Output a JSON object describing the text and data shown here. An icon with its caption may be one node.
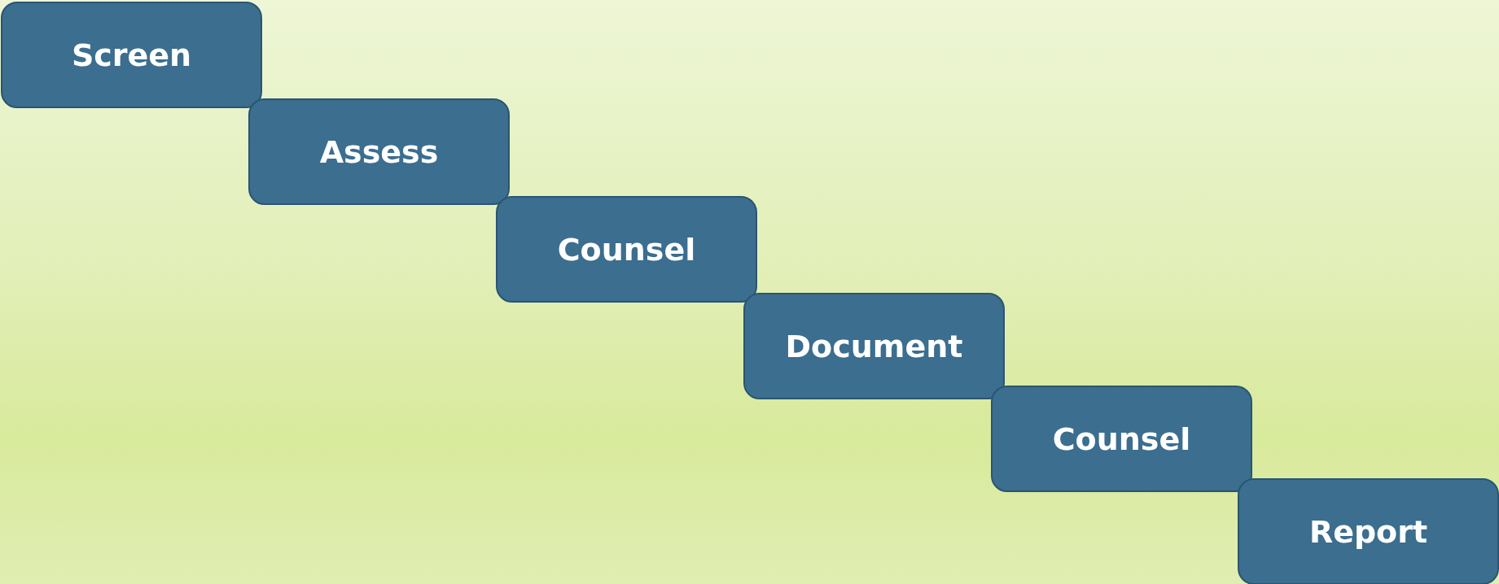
{
  "diagram": {
    "nodes": [
      {
        "text": [
          "Screen"
        ]
      },
      {
        "text": [
          "Assess"
        ]
      },
      {
        "text": [
          "Counsel"
        ]
      },
      {
        "text": [
          "Document"
        ]
      },
      {
        "text": [
          "Counsel"
        ]
      },
      {
        "text": [
          "Report"
        ]
      }
    ]
  }
}
